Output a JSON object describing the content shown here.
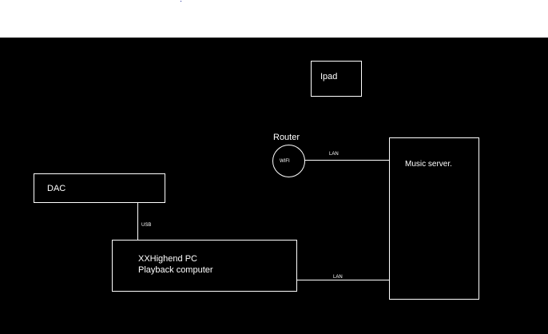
{
  "nodes": {
    "ipad": "Ipad",
    "router_label": "Router",
    "router_inner": "WIFI",
    "music_server": "Music server.",
    "dac": "DAC",
    "pc_line1": "XXHighend PC",
    "pc_line2": "Playback computer"
  },
  "links": {
    "router_to_server": "LAN",
    "dac_to_pc": "USB",
    "pc_to_server": "LAN"
  },
  "colors": {
    "background": "#000000",
    "stroke": "#ffffff",
    "text": "#ffffff"
  }
}
